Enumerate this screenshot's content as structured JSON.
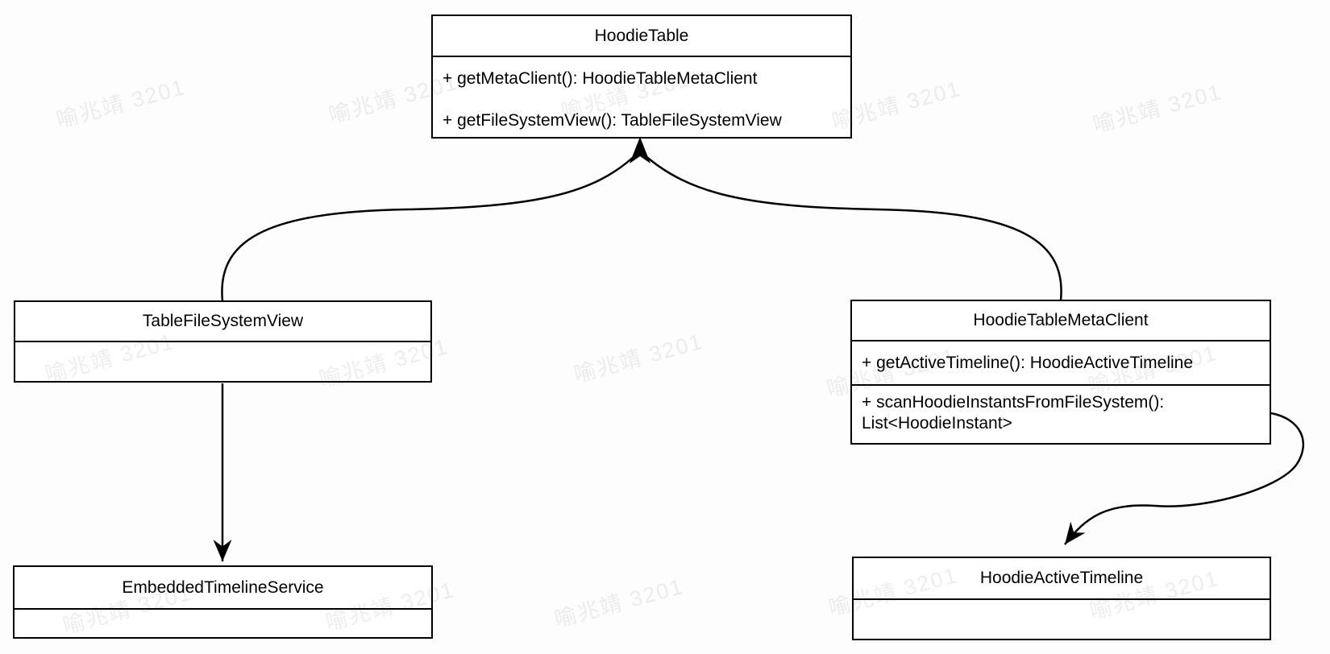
{
  "watermark": {
    "text": "喻兆靖 3201"
  },
  "classes": {
    "hoodieTable": {
      "title": "HoodieTable",
      "methods": [
        "+ getMetaClient(): HoodieTableMetaClient",
        "+ getFileSystemView(): TableFileSystemView"
      ]
    },
    "tableFileSystemView": {
      "title": "TableFileSystemView",
      "methods": []
    },
    "hoodieTableMetaClient": {
      "title": "HoodieTableMetaClient",
      "methods": [
        "+ getActiveTimeline(): HoodieActiveTimeline",
        "+ scanHoodieInstantsFromFileSystem(): List<HoodieInstant>"
      ]
    },
    "embeddedTimelineService": {
      "title": "EmbeddedTimelineService",
      "methods": []
    },
    "hoodieActiveTimeline": {
      "title": "HoodieActiveTimeline",
      "methods": []
    }
  },
  "relations": [
    {
      "from": "TableFileSystemView",
      "to": "HoodieTable",
      "kind": "arrow",
      "shape": "curve-up-right"
    },
    {
      "from": "HoodieTableMetaClient",
      "to": "HoodieTable",
      "kind": "arrow",
      "shape": "curve-up-left"
    },
    {
      "from": "TableFileSystemView",
      "to": "EmbeddedTimelineService",
      "kind": "arrow",
      "shape": "straight-down"
    },
    {
      "from": "HoodieTableMetaClient",
      "to": "HoodieActiveTimeline",
      "kind": "arrow",
      "shape": "s-curve"
    }
  ],
  "colors": {
    "stroke": "#000000",
    "box_fill": "#ffffff",
    "background": "#fdfdfd"
  }
}
